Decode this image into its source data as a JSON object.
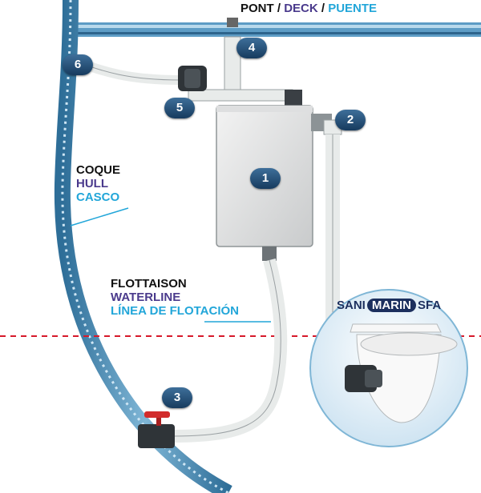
{
  "labels": {
    "deck": {
      "fr": "PONT",
      "en": "DECK",
      "es": "PUENTE",
      "sep": "/"
    },
    "hull": {
      "fr": "COQUE",
      "en": "HULL",
      "es": "CASCO"
    },
    "waterline": {
      "fr": "FLOTTAISON",
      "en": "WATERLINE",
      "es": "LÍNEA DE FLOTACIÓN"
    }
  },
  "brand": {
    "left": "SANI",
    "mid": "MARIN",
    "right": "SFA"
  },
  "badges": [
    "1",
    "2",
    "3",
    "4",
    "5",
    "6"
  ],
  "colors": {
    "pipe": "#e8ebea",
    "hull": "#4a8fb8",
    "waterline": "#d7192a",
    "badge": "#1f4a73",
    "purple_text": "#4a3a8c",
    "cyan_text": "#22a6d9"
  }
}
